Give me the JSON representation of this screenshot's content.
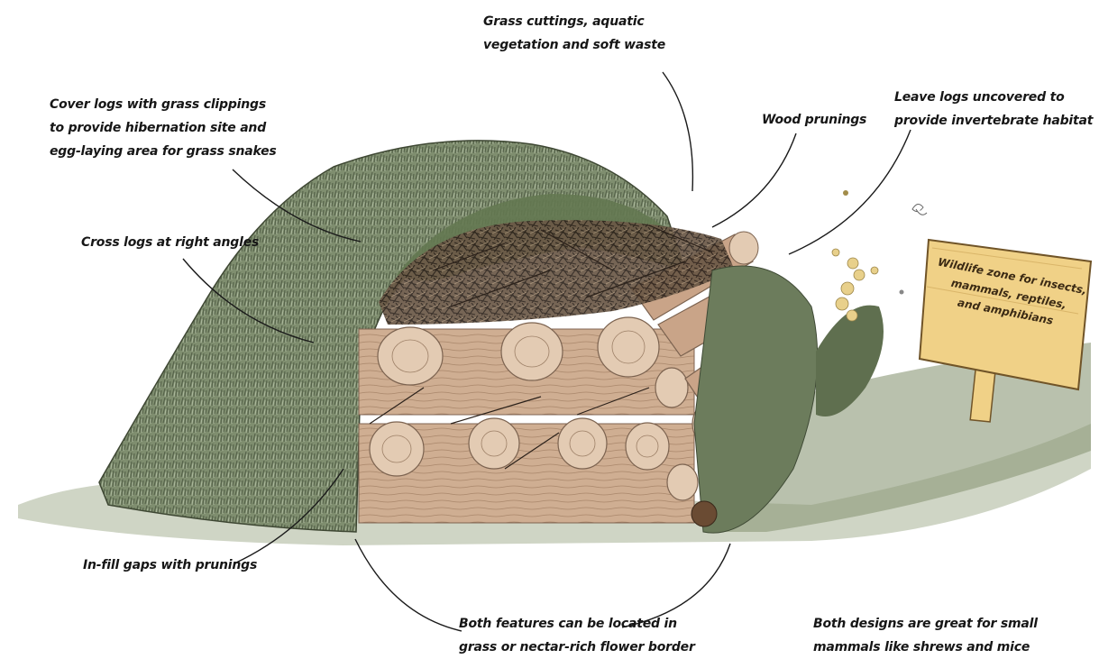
{
  "labels": {
    "grass_cuttings": "Grass cuttings, aquatic vegetation and soft waste",
    "cover_logs": "Cover logs with grass clippings to provide hibernation site and egg-laying area for grass snakes",
    "wood_prunings": "Wood prunings",
    "leave_logs": "Leave logs uncovered to provide invertebrate habitat",
    "cross_logs": "Cross logs at right angles",
    "in_fill": "In-fill gaps with prunings",
    "both_features": "Both features can be located in grass or nectar-rich flower border",
    "both_designs": "Both designs are great for small mammals like shrews and mice"
  },
  "label_lines": {
    "grass_cuttings": [
      "Grass cuttings, aquatic",
      "vegetation and soft waste"
    ],
    "cover_logs": [
      "Cover logs with grass clippings",
      "to provide hibernation site and",
      "egg-laying area for grass snakes"
    ],
    "leave_logs": [
      "Leave logs uncovered to",
      "provide invertebrate habitat"
    ],
    "both_features": [
      "Both features can be located in",
      "grass or nectar-rich flower border"
    ],
    "both_designs": [
      "Both designs are great for small",
      "mammals like shrews and mice"
    ]
  },
  "sign": {
    "lines": [
      "Wildlife zone for insects,",
      "mammals, reptiles,",
      "and amphibians"
    ]
  },
  "colors": {
    "grass_mound": "#7d8c6c",
    "grass_dark": "#5f6c50",
    "log_wood": "#d2b49a",
    "log_end": "#e3cbb3",
    "sign_wood": "#f0d187",
    "ink": "#161616"
  }
}
